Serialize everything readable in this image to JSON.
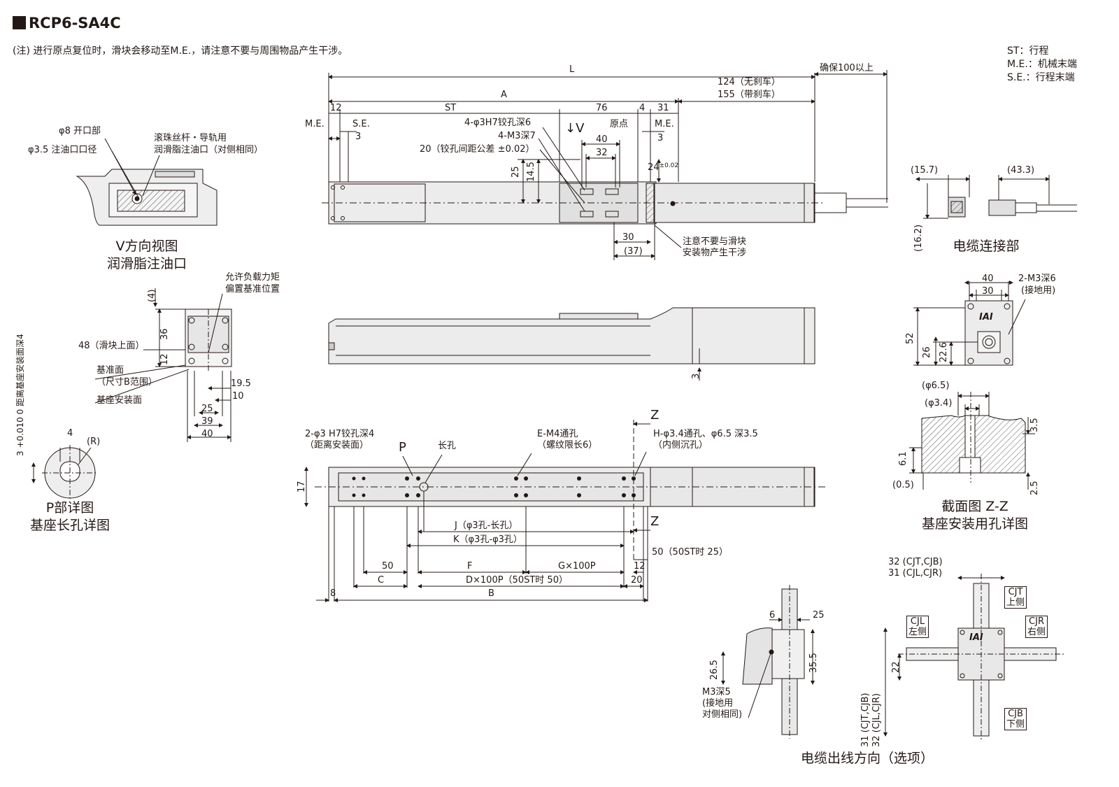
{
  "title": "RCP6-SA4C",
  "note": "(注) 进行原点复位时，滑块会移动至M.E.，请注意不要与周围物品产生干涉。",
  "legend": [
    "ST：行程",
    "M.E.：机械末端",
    "S.E.：行程末端"
  ],
  "captions": {
    "v_view": [
      "V方向视图",
      "润滑脂注油口"
    ],
    "p_detail": [
      "P部详图",
      "基座长孔详图"
    ],
    "cable_conn": "电缆连接部",
    "section": [
      "截面图 Z-Z",
      "基座安装用孔详图"
    ],
    "cable_exit": "电缆出线方向（选项）"
  },
  "labels": {
    "phi8": "φ8 开口部",
    "phi35": "φ3.5 注油口口径",
    "ballscrew": "滚珠丝杆・导轨用",
    "grease_port": "润滑脂注油口（对侧相同）",
    "load_ref1": "允许负载力矩",
    "load_ref2": "偏置基准位置",
    "slider48": "48（滑块上面）",
    "ref_face1": "基准面",
    "ref_face2": "（尺寸B范围）",
    "base_face": "基座安装面",
    "depth4": "3 +0.010 0 距离基座安装面深4",
    "L": "L",
    "A": "A",
    "ST": "ST",
    "d12": "12",
    "d76": "76",
    "d4": "4",
    "d31": "31",
    "ME": "M.E.",
    "SE": "S.E.",
    "d3": "3",
    "keep100": "确保100以上",
    "d124": "124（无刹车）",
    "d155": "155（带刹车）",
    "holes_h7": "4-φ3H7铰孔深6",
    "m3_7": "4-M3深7",
    "tol20": "20（铰孔间距公差 ±0.02）",
    "arrowV": "↓V",
    "origin": "原点",
    "d40": "40",
    "d32": "32",
    "d25": "25",
    "d145": "14.5",
    "d24": "24",
    "d24tol": "±0.02",
    "d30": "30",
    "d37": "(37)",
    "caution1": "注意不要与滑块",
    "caution2": "安装物产生干涉",
    "d157": "(15.7)",
    "d433": "(43.3)",
    "d162": "(16.2)",
    "d36": "36",
    "d4p": "(4)",
    "d12b": "12",
    "d195": "19.5",
    "d10": "10",
    "d39": "39",
    "m3_6": "2-M3深6",
    "ground": "(接地用)",
    "d52": "52",
    "d26": "26",
    "d226": "22.6",
    "phi65": "(φ6.5)",
    "phi34": "(φ3.4)",
    "d35": "3.5",
    "d61": "6.1",
    "d05": "(0.5)",
    "d25b": "2.5",
    "r": "(R)",
    "phi3_h7": "2-φ3 H7铰孔深4",
    "phi3_h7b": "（距离安装面）",
    "P": "P",
    "slot": "长孔",
    "em4": "E-M4通孔",
    "em4b": "（螺纹限长6）",
    "hphi": "H-φ3.4通孔、φ6.5 深3.5",
    "hphib": "（内侧沉孔）",
    "Z": "Z",
    "d17": "17",
    "J": "J（φ3孔-长孔）",
    "K": "K（φ3孔-φ3孔）",
    "d50": "50",
    "F": "F",
    "G": "G×100P",
    "d12c": "12",
    "d50st": "50（50ST时 25）",
    "C": "C",
    "D": "D×100P（50ST时 50）",
    "d20": "20",
    "d8": "8",
    "B": "B",
    "d6": "6",
    "d25c": "25",
    "d265": "26.5",
    "d355": "35.5",
    "m3_5a": "M3深5",
    "m3_5b": "(接地用",
    "m3_5c": "对侧相同)",
    "d32cjt": "32 (CJT,CJB)",
    "d31cjl": "31 (CJL,CJR)",
    "cjt": [
      "CJT",
      "上侧"
    ],
    "cjl": [
      "CJL",
      "左侧"
    ],
    "cjr": [
      "CJR",
      "右侧"
    ],
    "cjb": [
      "CJB",
      "下侧"
    ],
    "d22": "22",
    "d31v": "31 (CJT,CJB)",
    "d32v": "32 (CJL,CJR)",
    "iai": "IAI"
  },
  "colors": {
    "ink": "#231815",
    "fill": "#e4e4e4",
    "hatch": "#555555"
  }
}
